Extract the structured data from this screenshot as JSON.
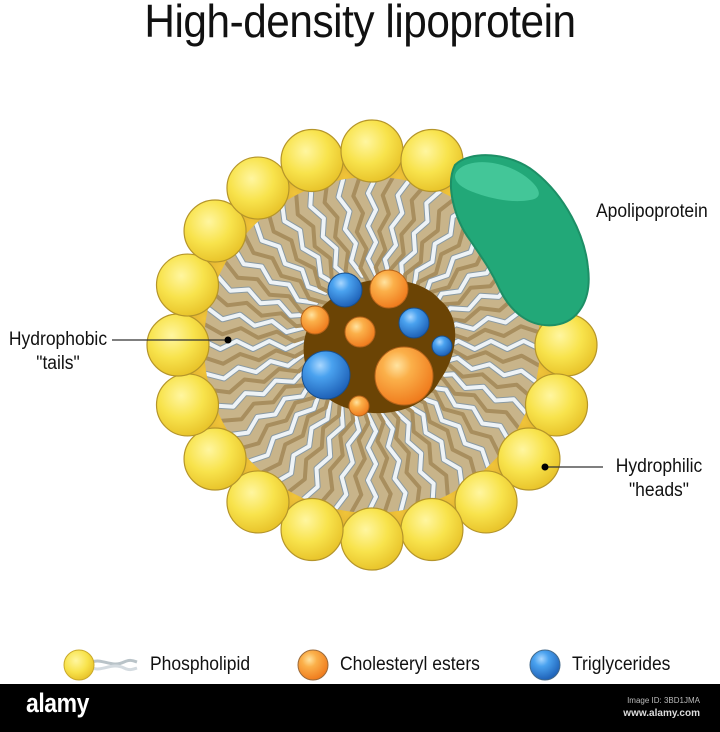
{
  "title": "High-density lipoprotein",
  "labels": {
    "apolipoprotein": "Apolipoprotein",
    "hydrophobic_line1": "Hydrophobic",
    "hydrophobic_line2": "\"tails\"",
    "hydrophilic_line1": "Hydrophilic",
    "hydrophilic_line2": "\"heads\""
  },
  "legend": {
    "items": [
      {
        "label": "Phospholipid",
        "icon": "phospholipid-icon",
        "color": "#f7e14a"
      },
      {
        "label": "Cholesteryl esters",
        "icon": "orange-sphere-icon",
        "color": "#f7962a"
      },
      {
        "label": "Triglycerides",
        "icon": "blue-sphere-icon",
        "color": "#2f86d9"
      }
    ]
  },
  "colors": {
    "head": "#f7e14a",
    "head_shadow": "#e0b42a",
    "tail_white": "#e8eef2",
    "tail_tan": "#b8a27a",
    "core": "#6b4405",
    "apolipoprotein": "#25b381",
    "cholesteryl": "#f7962a",
    "triglyceride": "#2f86d9"
  },
  "footer": {
    "brand": "alamy",
    "image_id": "Image ID: 3BD1JMA",
    "site": "www.alamy.com"
  }
}
